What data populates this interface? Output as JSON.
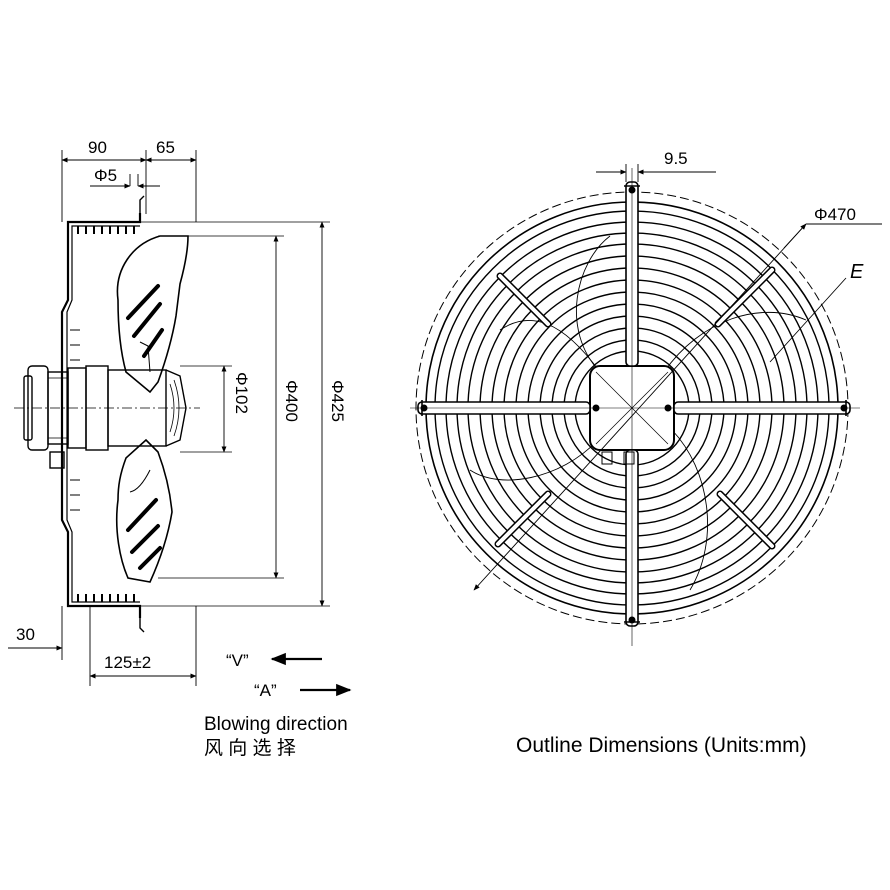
{
  "side_view": {
    "dim_90": "90",
    "dim_65": "65",
    "dim_phi5": "Φ5",
    "dim_phi102": "Φ102",
    "dim_phi400": "Φ400",
    "dim_phi425": "Φ425",
    "dim_30": "30",
    "dim_125": "125±2"
  },
  "blowing": {
    "v_label": "“V”",
    "a_label": "“A”",
    "title_en": "Blowing direction",
    "title_cn": "风 向 选 择"
  },
  "front_view": {
    "dim_9_5": "9.5",
    "dim_phi470": "Φ470",
    "label_e": "E"
  },
  "caption": "Outline Dimensions (Units:mm)"
}
